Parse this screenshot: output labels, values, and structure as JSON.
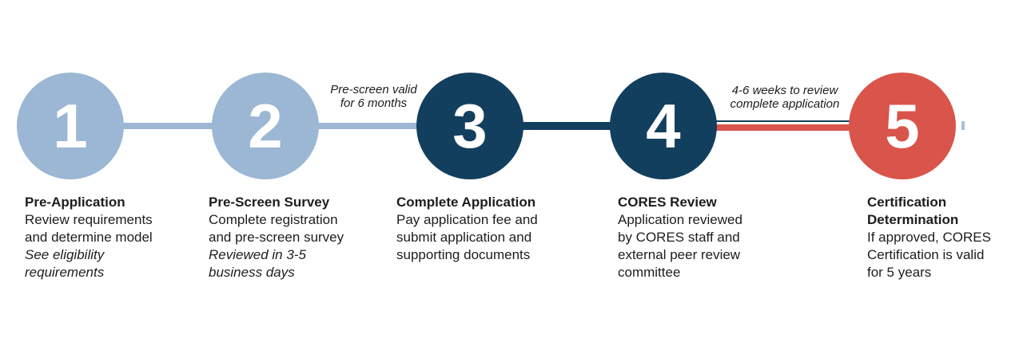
{
  "palette": {
    "light_blue": "#9bb7d4",
    "navy": "#123f5e",
    "red": "#d9544a",
    "text": "#1d1d1d",
    "number_text": "#ffffff"
  },
  "steps": [
    {
      "number": "1",
      "color": "light_blue",
      "title_lines": [
        "Pre-Application"
      ],
      "body_lines": [
        "Review requirements",
        "and determine model"
      ],
      "note_lines": [
        "See eligibility",
        "requirements"
      ]
    },
    {
      "number": "2",
      "color": "light_blue",
      "title_lines": [
        "Pre-Screen Survey"
      ],
      "body_lines": [
        "Complete registration",
        "and pre-screen survey"
      ],
      "note_lines": [
        "Reviewed in 3-5",
        "business days"
      ]
    },
    {
      "number": "3",
      "color": "navy",
      "title_lines": [
        "Complete Application"
      ],
      "body_lines": [
        "Pay application fee and",
        "submit application and",
        "supporting documents"
      ],
      "note_lines": []
    },
    {
      "number": "4",
      "color": "navy",
      "title_lines": [
        "CORES Review"
      ],
      "body_lines": [
        "Application reviewed",
        "by CORES staff and",
        "external peer review",
        "committee"
      ],
      "note_lines": []
    },
    {
      "number": "5",
      "color": "red",
      "title_lines": [
        "Certification",
        "Determination"
      ],
      "body_lines": [
        "If approved, CORES",
        "Certification is valid",
        "for 5 years"
      ],
      "note_lines": []
    }
  ],
  "connector_notes": [
    {
      "between": "2-3",
      "lines": [
        "Pre-screen valid",
        "for 6 months"
      ]
    },
    {
      "between": "4-5",
      "lines": [
        "4-6 weeks to review",
        "complete application"
      ]
    }
  ]
}
